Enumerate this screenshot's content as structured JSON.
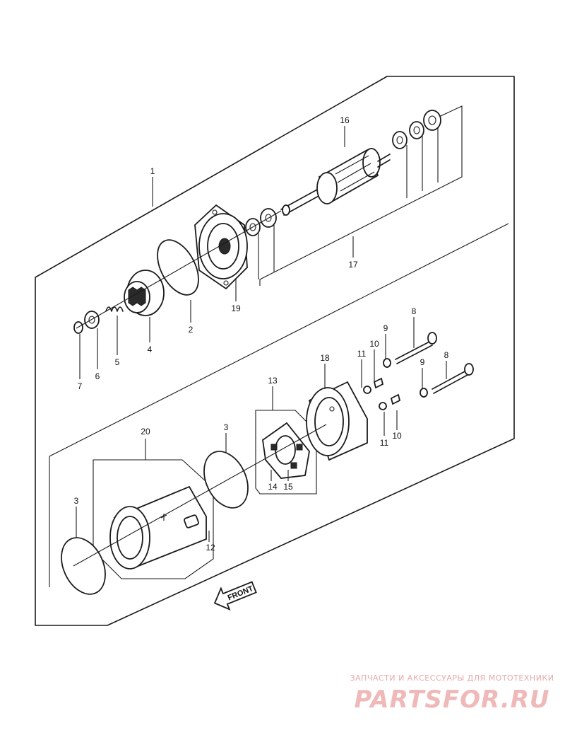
{
  "diagram": {
    "labels": {
      "p1": "1",
      "p2": "2",
      "p3a": "3",
      "p3b": "3",
      "p4": "4",
      "p5": "5",
      "p6": "6",
      "p7": "7",
      "p8a": "8",
      "p8b": "8",
      "p9a": "9",
      "p9b": "9",
      "p10a": "10",
      "p10b": "10",
      "p11a": "11",
      "p11b": "11",
      "p12": "12",
      "p13": "13",
      "p14": "14",
      "p15": "15",
      "p16": "16",
      "p17": "17",
      "p18": "18",
      "p19": "19",
      "p20": "20"
    },
    "front_arrow": "FRONT"
  },
  "watermark": {
    "tagline": "ЗАПЧАСТИ И АКСЕССУАРЫ ДЛЯ МОТОТЕХНИКИ",
    "brand": "PARTSFOR.RU",
    "brand_color": "#f0b9b9"
  }
}
